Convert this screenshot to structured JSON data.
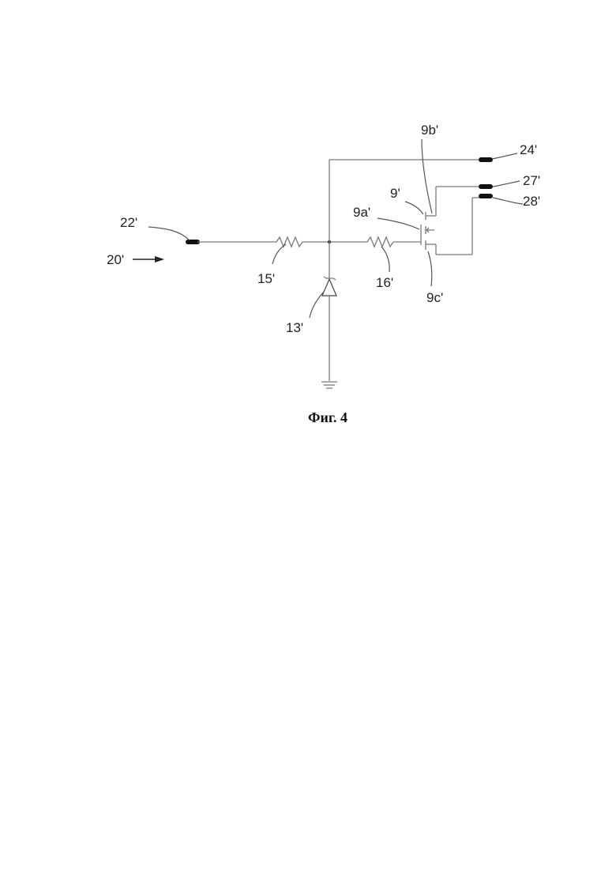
{
  "labels": {
    "input": "22'",
    "input_arrow": "20'",
    "resistor1": "15'",
    "resistor2": "16'",
    "zener": "13'",
    "transistor": "9'",
    "gate": "9a'",
    "drain": "9b'",
    "source": "9c'",
    "supply": "24'",
    "output1": "27'",
    "output2": "28'"
  },
  "caption": "Фиг. 4"
}
